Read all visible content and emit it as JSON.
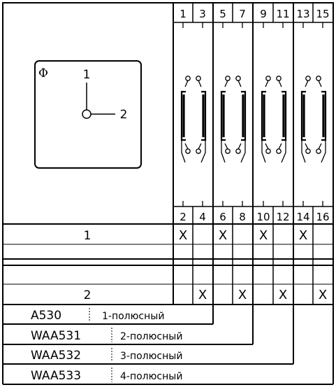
{
  "terminals_top": [
    "1",
    "3",
    "5",
    "7",
    "9",
    "11",
    "13",
    "15"
  ],
  "terminals_bottom": [
    "2",
    "4",
    "6",
    "8",
    "10",
    "12",
    "14",
    "16"
  ],
  "dial": {
    "symbol": "Φ",
    "position_1": "1",
    "position_2": "2"
  },
  "switching_table": {
    "rows": [
      {
        "position": "1",
        "marks": [
          "X",
          "",
          "X",
          "",
          "X",
          "",
          "X",
          ""
        ]
      },
      {
        "position": "2",
        "marks": [
          "",
          "X",
          "",
          "X",
          "",
          "X",
          "",
          "X"
        ]
      }
    ]
  },
  "variants": [
    {
      "code": "A530",
      "description": "1-полюсный"
    },
    {
      "code": "WAA531",
      "description": "2-полюсный"
    },
    {
      "code": "WAA532",
      "description": "3-полюсный"
    },
    {
      "code": "WAA533",
      "description": "4-полюсный"
    }
  ],
  "colors": {
    "line": "#000000",
    "background": "#ffffff"
  }
}
